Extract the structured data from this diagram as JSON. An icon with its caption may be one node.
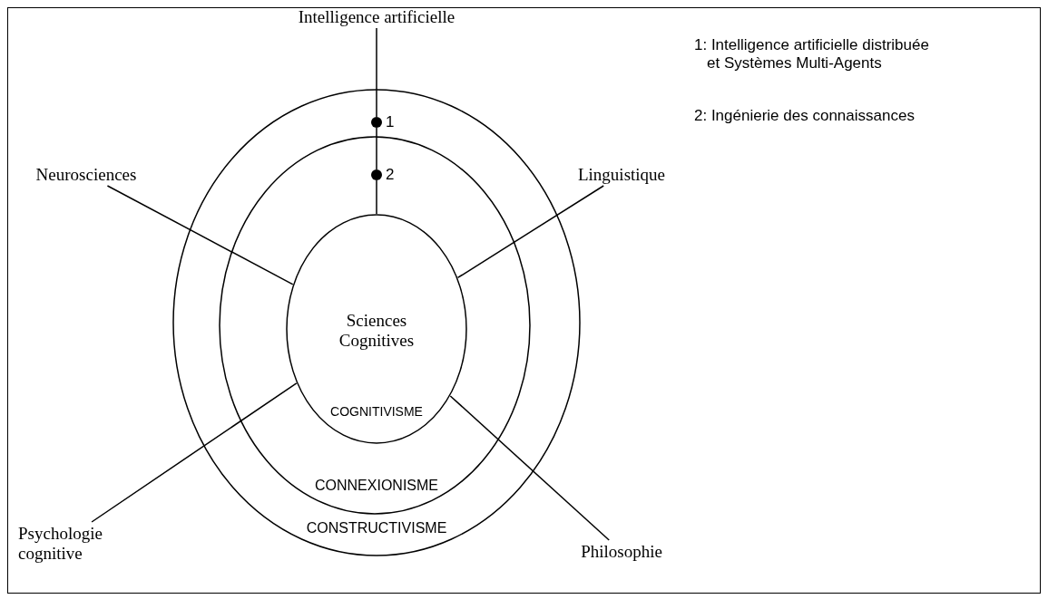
{
  "diagram": {
    "nodes": [
      {
        "text": [
          "Intelligence artificielle"
        ]
      },
      {
        "text": [
          "Neurosciences"
        ]
      },
      {
        "text": [
          "Linguistique"
        ]
      },
      {
        "text": [
          "CONSTRUCTIVISME"
        ]
      },
      {
        "text": [],
        "shape": "circle",
        "beside": [
          "1"
        ],
        "in": 3
      },
      {
        "text": [
          "CONNEXIONISME"
        ],
        "in": 3
      },
      {
        "text": [],
        "shape": "circle",
        "beside": [
          "2"
        ],
        "in": 5
      },
      {
        "text": [
          "Sciences Cognitives",
          "COGNITIVISME"
        ],
        "in": 5
      },
      {
        "text": [
          "Psychologie cognitive"
        ]
      },
      {
        "text": [
          "Philosophie"
        ]
      }
    ],
    "edges": [
      {
        "from": 0,
        "to": 4,
        "arrow": "none"
      },
      {
        "from": 4,
        "to": 6,
        "arrow": "none"
      },
      {
        "from": 6,
        "to": 7,
        "arrow": "none"
      },
      {
        "from": 1,
        "to": 7,
        "arrow": "none"
      },
      {
        "from": 2,
        "to": 7,
        "arrow": "none"
      },
      {
        "from": 8,
        "to": 7,
        "arrow": "none"
      },
      {
        "from": 9,
        "to": 7,
        "arrow": "none"
      }
    ],
    "labels": [
      "1: Intelligence artificielle distribuée et Systèmes Multi-Agents",
      "2: Ingénierie des connaissances"
    ]
  }
}
